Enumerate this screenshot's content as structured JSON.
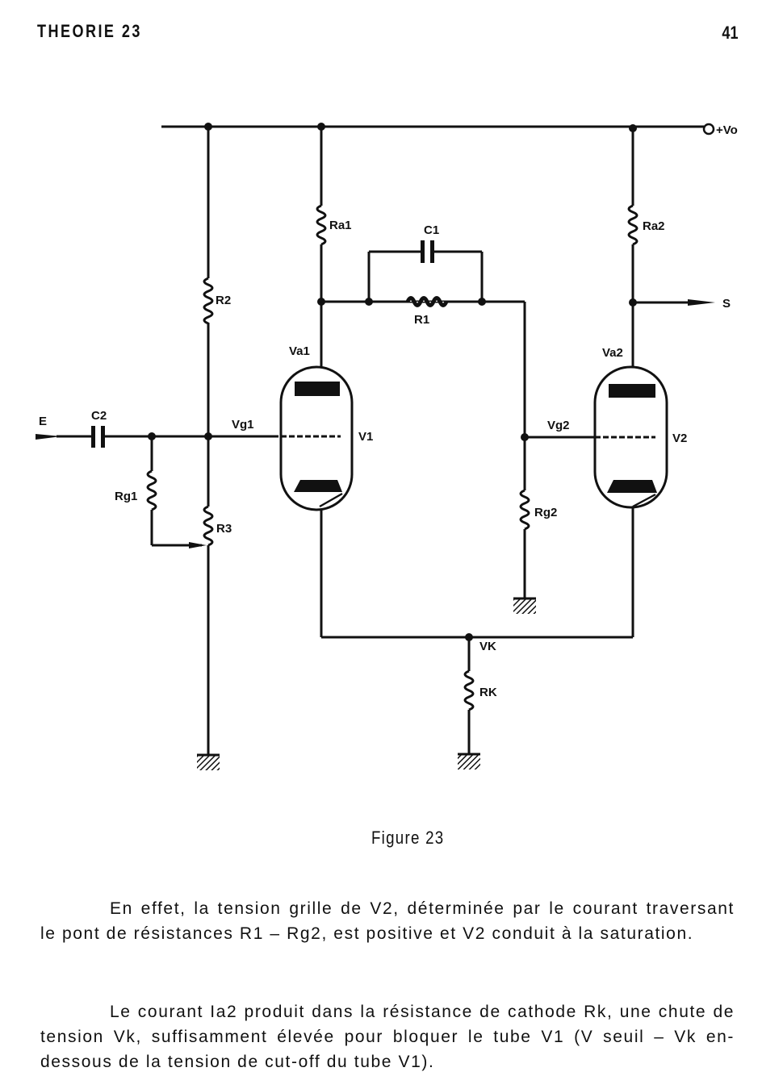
{
  "header": {
    "chapter": "THEORIE 23",
    "page_number": "41"
  },
  "figure": {
    "caption": "Figure 23",
    "labels": {
      "supply": "+Vo",
      "output": "S",
      "input": "E",
      "c1": "C1",
      "c2": "C2",
      "r1": "R1",
      "r2": "R2",
      "r3": "R3",
      "ra1": "Ra1",
      "ra2": "Ra2",
      "rg1": "Rg1",
      "rg2": "Rg2",
      "rk": "RK",
      "va1": "Va1",
      "va2": "Va2",
      "vg1": "Vg1",
      "vg2": "Vg2",
      "vk": "VK",
      "v1": "V1",
      "v2": "V2"
    }
  },
  "body": {
    "paragraphs": [
      "En effet, la tension grille de V2, déterminée par le courant traversant le pont de résistances R1 – Rg2, est positive et V2 conduit à la saturation.",
      "Le courant Ia2 produit dans la résistance de cathode Rk, une chute de tension Vk, suffisamment élevée pour bloquer le tube V1 (V seuil – Vk en-dessous de la tension de cut-off du tube V1)."
    ]
  }
}
